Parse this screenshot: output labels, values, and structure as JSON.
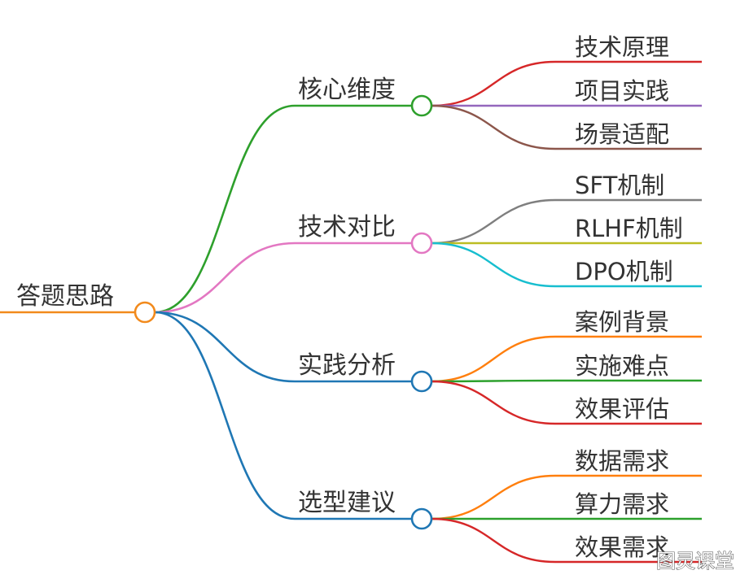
{
  "root": {
    "label": "答题思路",
    "color": "#f28a1c"
  },
  "branches": [
    {
      "label": "核心维度",
      "color": "#2ea02c",
      "leaves": [
        {
          "label": "技术原理",
          "color": "#d62728"
        },
        {
          "label": "项目实践",
          "color": "#9467bd"
        },
        {
          "label": "场景适配",
          "color": "#8c564b"
        }
      ]
    },
    {
      "label": "技术对比",
      "color": "#e377c2",
      "leaves": [
        {
          "label": "SFT机制",
          "color": "#7f7f7f"
        },
        {
          "label": "RLHF机制",
          "color": "#bcbd22"
        },
        {
          "label": "DPO机制",
          "color": "#17becf"
        }
      ]
    },
    {
      "label": "实践分析",
      "color": "#1f77b4",
      "leaves": [
        {
          "label": "案例背景",
          "color": "#ff7f0e"
        },
        {
          "label": "实施难点",
          "color": "#2ca02c"
        },
        {
          "label": "效果评估",
          "color": "#d62728"
        }
      ]
    },
    {
      "label": "选型建议",
      "color": "#1f77b4",
      "leaves": [
        {
          "label": "数据需求",
          "color": "#ff7f0e"
        },
        {
          "label": "算力需求",
          "color": "#2ca02c"
        },
        {
          "label": "效果需求",
          "color": "#d62728"
        }
      ]
    }
  ],
  "watermark": "图灵课堂"
}
